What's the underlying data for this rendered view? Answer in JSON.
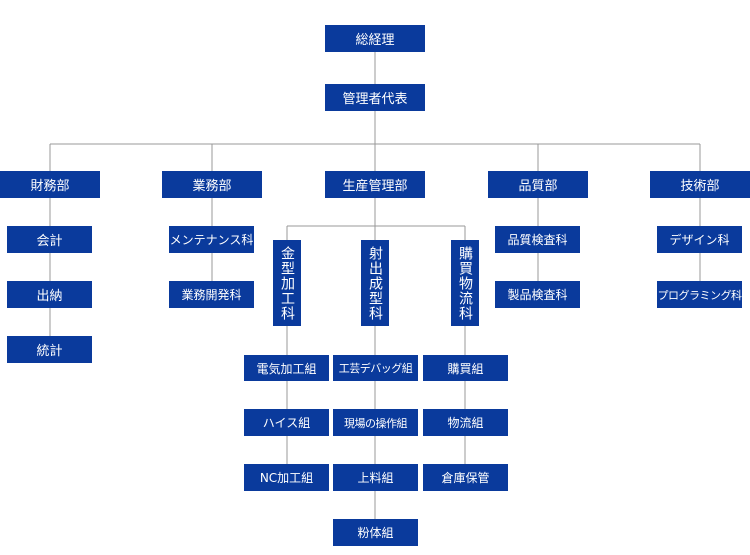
{
  "org": {
    "ceo": "総経理",
    "rep": "管理者代表",
    "zaimu": "財務部",
    "gyomu": "業務部",
    "seisan": "生産管理部",
    "hinshitsu": "品質部",
    "gijutsu": "技術部",
    "kaikei": "会計",
    "suitou": "出納",
    "toukei": "統計",
    "maintenance": "メンテナンス科",
    "gyomu_kaihatsu": "業務開発科",
    "kanagata": "金型加工科",
    "shashutsu": "射出成型科",
    "koubai_butsuryu": "購買物流科",
    "denki": "電気加工組",
    "highs": "ハイス組",
    "nc": "NC加工組",
    "kougei": "工芸デバッグ組",
    "genba": "現場の操作組",
    "jouryou": "上料組",
    "funtai": "粉体組",
    "koubai": "購買組",
    "butsuryu": "物流組",
    "souko": "倉庫保管",
    "hinshitsu_kensa": "品質検査科",
    "seihin_kensa": "製品検査科",
    "design": "デザイン科",
    "programming": "プログラミング科"
  }
}
